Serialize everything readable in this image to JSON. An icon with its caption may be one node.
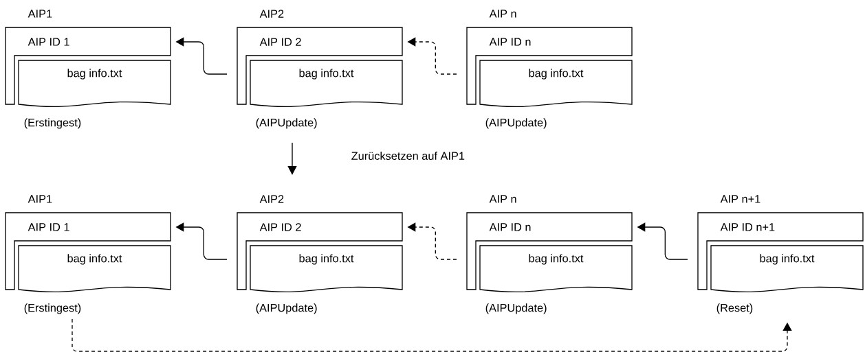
{
  "diagram": {
    "nodes": [
      {
        "text": [
          "AIP1",
          "AIP ID 1"
        ],
        "beside": [
          "(Erstingest)"
        ]
      },
      {
        "text": [
          "bag info.txt"
        ],
        "in": 0
      },
      {
        "text": [
          "AIP2",
          "AIP ID 2"
        ],
        "beside": [
          "(AIPUpdate)"
        ]
      },
      {
        "text": [
          "bag info.txt"
        ],
        "in": 2
      },
      {
        "text": [
          "AIP n",
          "AIP ID n"
        ],
        "beside": [
          "(AIPUpdate)"
        ]
      },
      {
        "text": [
          "bag info.txt"
        ],
        "in": 4
      },
      {
        "text": [
          "AIP1",
          "AIP ID 1"
        ],
        "beside": [
          "(Erstingest)"
        ]
      },
      {
        "text": [
          "bag info.txt"
        ],
        "in": 6
      },
      {
        "text": [
          "AIP2",
          "AIP ID 2"
        ],
        "beside": [
          "(AIPUpdate)"
        ]
      },
      {
        "text": [
          "bag info.txt"
        ],
        "in": 8
      },
      {
        "text": [
          "AIP n",
          "AIP ID n"
        ],
        "beside": [
          "(AIPUpdate)"
        ]
      },
      {
        "text": [
          "bag info.txt"
        ],
        "in": 10
      },
      {
        "text": [
          "AIP n+1",
          "AIP ID n+1"
        ],
        "beside": [
          "(Reset)"
        ]
      },
      {
        "text": [
          "bag info.txt"
        ],
        "in": 12
      }
    ],
    "edges": [
      {
        "from": 2,
        "to": 0,
        "arrow": "to"
      },
      {
        "from": 4,
        "to": 2,
        "arrow": "to",
        "style": "dashed"
      },
      {
        "from": 8,
        "to": 6,
        "arrow": "to"
      },
      {
        "from": 10,
        "to": 8,
        "arrow": "to",
        "style": "dashed"
      },
      {
        "from": 12,
        "to": 10,
        "arrow": "to"
      },
      {
        "from": 6,
        "to": 12,
        "arrow": "to",
        "style": "dashed"
      }
    ],
    "labels": [
      "Zurücksetzen auf AIP1"
    ]
  }
}
